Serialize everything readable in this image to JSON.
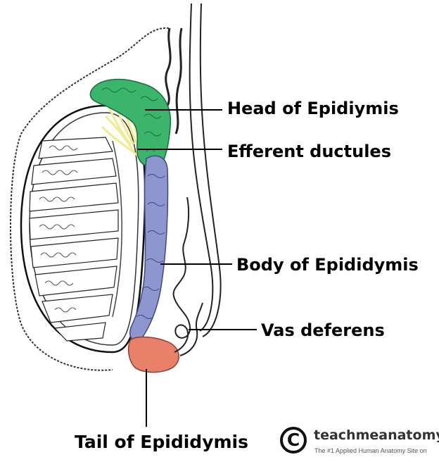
{
  "labels": {
    "head": "Head of Epidiymis",
    "efferent": "Efferent ductules",
    "body": "Body of Epididymis",
    "vas": "Vas deferens",
    "tail": "Tail of Epididymis"
  },
  "brand": {
    "logo_glyph": "C",
    "name": "teachmeanatomy",
    "tagline": "The #1 Applied Human Anatomy Site on"
  },
  "colors": {
    "head": "#3bb56c",
    "efferent": "#f2ea8c",
    "body": "#8d96cf",
    "tail": "#e8806a",
    "line": "#000000"
  },
  "icons": [
    "copyright-icon"
  ]
}
